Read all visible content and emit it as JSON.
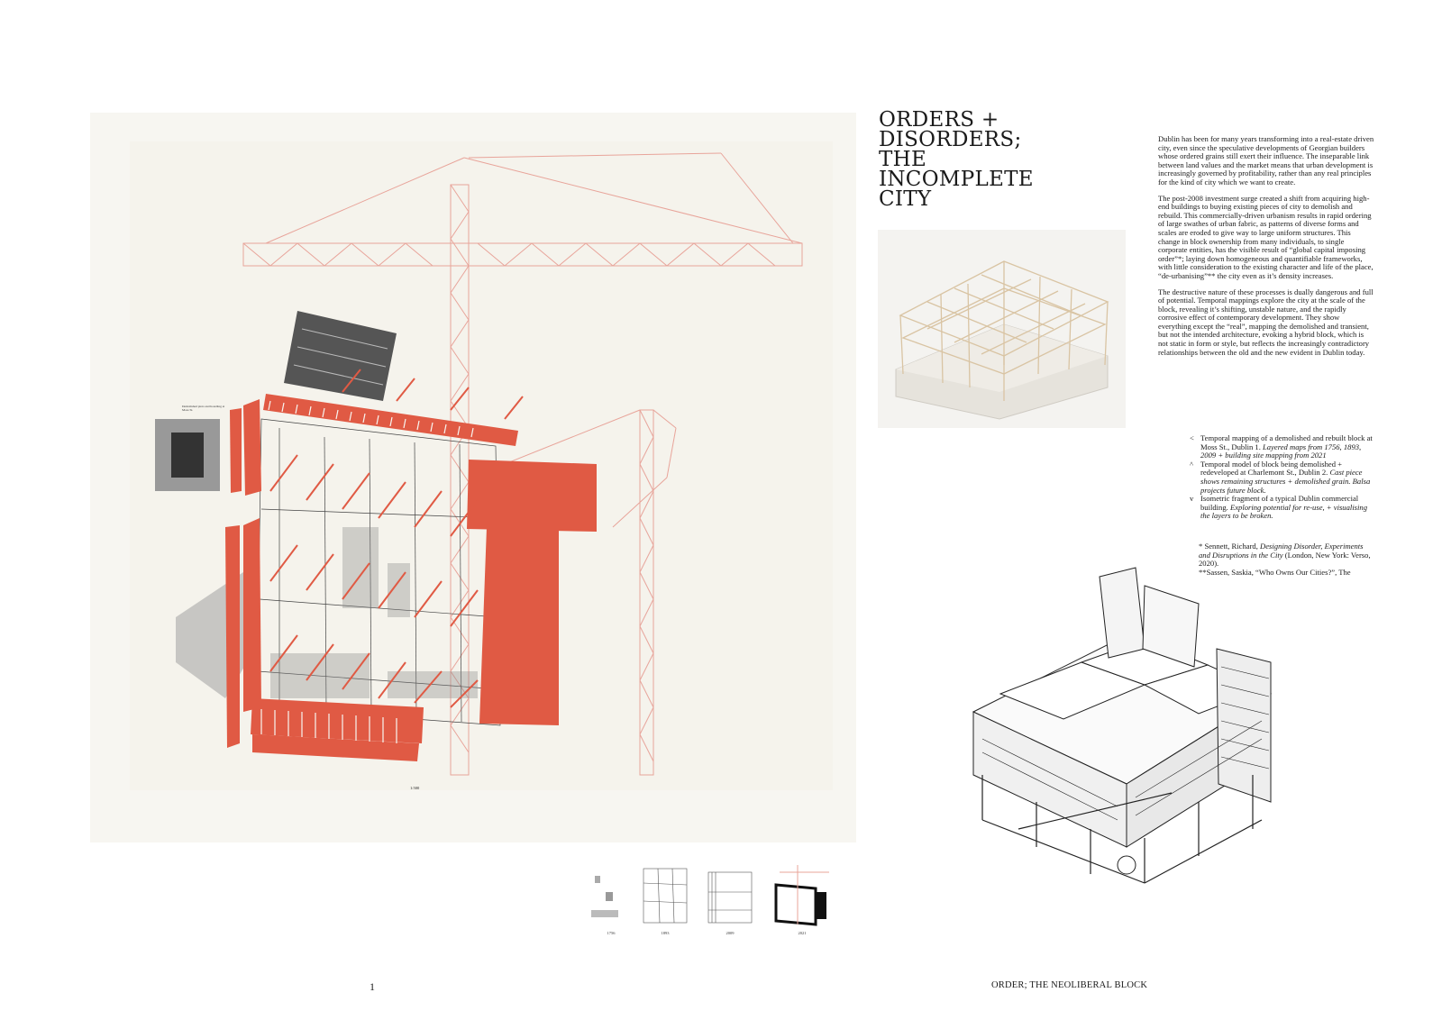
{
  "title_lines": [
    "ORDERS +",
    "DISORDERS;",
    "THE",
    "INCOMPLETE",
    "CITY"
  ],
  "body": {
    "p1": "Dublin has been for many years transforming into a real-estate driven city, even since the speculative developments of Georgian builders whose ordered grains still exert their influence. The inseparable link between land values and the market means that urban development is increasingly governed by profitability, rather than any real principles for the kind of city which we want to create.",
    "p2": "The post-2008 investment surge created a shift from acquiring high-end buildings to buying existing pieces of city to demolish and rebuild. This commercially-driven urbanism results in rapid ordering of large swathes of urban fabric, as patterns of diverse forms and scales are eroded to give way to large uniform structures. This change in block ownership from many individuals, to single corporate entities, has the visible result of “global capital imposing order”*; laying down homogeneous and quantifiable frameworks, with little consideration to the existing character and life of the place, “de-urbanising”** the city even as it’s density increases.",
    "p3": "The destructive nature of these processes is dually dangerous and full of potential. Temporal mappings explore the city at the scale of the block, revealing it’s shifting, unstable nature, and the rapidly corrosive effect of contemporary development. They show everything except the “real”, mapping the demolished and transient, but not the intended architecture, evoking a hybrid block, which is not static in form or style, but reflects the increasingly contradictory relationships between the old and the new evident in Dublin today."
  },
  "captions": [
    {
      "marker": "<",
      "text": "Temporal mapping of a demolished and rebuilt block at Moss St., Dublin 1. ",
      "italic": "Layered maps from 1756, 1893, 2009 + building site mapping from 2021"
    },
    {
      "marker": "^",
      "text": "Temporal model of block being demolished + redeveloped at Charlemont St., Dublin 2. ",
      "italic": "Cast piece shows remaining structures + demolished grain. Balsa projects future block."
    },
    {
      "marker": "v",
      "text": "Isometric fragment of a typical Dublin commercial building. ",
      "italic": "Exploring potential for re-use, + visualising the layers to be broken."
    }
  ],
  "refs": {
    "r1_a": "* Sennett, Richard, ",
    "r1_b": "Designing Disorder, Experiments and Disruptions in the City",
    "r1_c": " (London, New York: Verso, 2020).",
    "r2": "**Sassen, Saskia, “Who Owns Our Cities?”, The"
  },
  "thumbnails": [
    "1756",
    "1893",
    "2009",
    "2021"
  ],
  "scale_label": "1:500",
  "inset_note": "Demolished plots and hoarding at Moss St.",
  "page_number": "1",
  "footer_title": "ORDER; THE NEOLIBERAL BLOCK",
  "colors": {
    "accent": "#e05a44",
    "crane": "#e8a49a",
    "paper": "#f7f6f1"
  }
}
